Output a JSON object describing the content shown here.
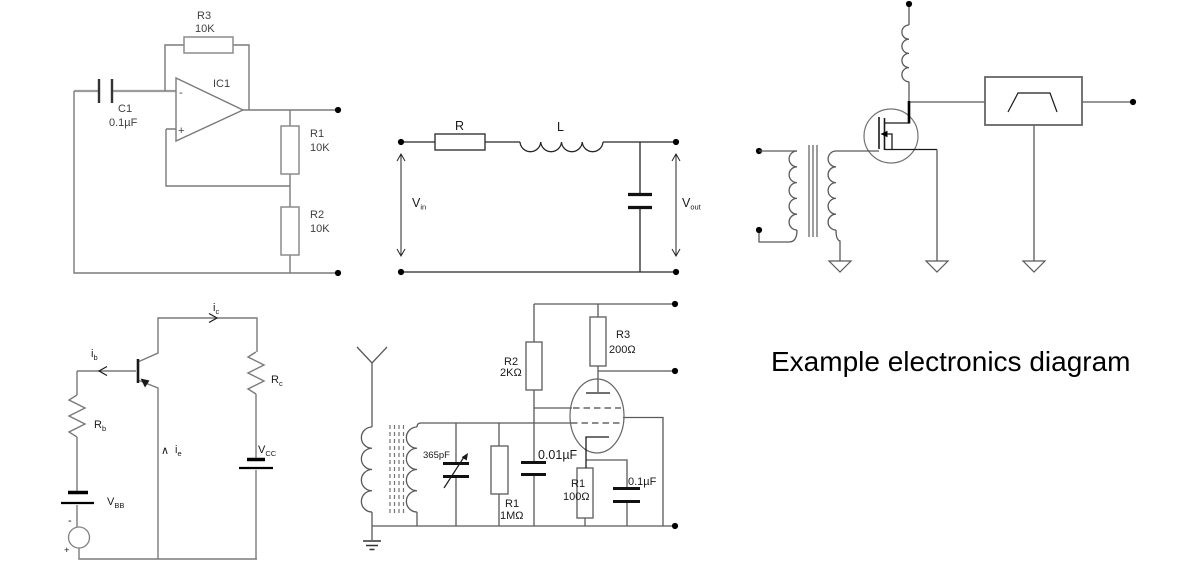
{
  "title": "Example electronics diagram",
  "colors": {
    "background": "#ffffff",
    "wire_gray": "#7a7a7a",
    "wire_dark": "#262626",
    "component_outline": "#8c8c8c",
    "component_black": "#111111",
    "terminal_dot": "#000000"
  },
  "opamp_oscillator": {
    "r3": {
      "name": "R3",
      "value": "10K"
    },
    "c1": {
      "name": "C1",
      "value": "0.1µF"
    },
    "ic1": "IC1",
    "inverting": "-",
    "noninverting": "+",
    "r1": {
      "name": "R1",
      "value": "10K"
    },
    "r2": {
      "name": "R2",
      "value": "10K"
    }
  },
  "rl_filter": {
    "r": "R",
    "l": "L",
    "vin": {
      "base": "V",
      "sub": "in"
    },
    "vout": {
      "base": "V",
      "sub": "out"
    }
  },
  "bjt_bias": {
    "ib": {
      "base": "i",
      "sub": "b"
    },
    "ic": {
      "base": "i",
      "sub": "c"
    },
    "ie": {
      "prefix": "∧",
      "base": "i",
      "sub": "e"
    },
    "rb": {
      "base": "R",
      "sub": "b"
    },
    "rc": {
      "base": "R",
      "sub": "c"
    },
    "vbb": {
      "base": "V",
      "sub": "BB"
    },
    "vcc": {
      "base": "V",
      "sub": "CC"
    },
    "source_minus": "-",
    "source_plus": "+"
  },
  "tube_receiver": {
    "r2": {
      "name": "R2",
      "value": "2KΩ"
    },
    "r3": {
      "name": "R3",
      "value": "200Ω"
    },
    "tuning_cap": "365pF",
    "grid_resistor": {
      "name": "R1",
      "value": "1MΩ"
    },
    "grid_cap": "0.01µF",
    "cathode_resistor": {
      "name": "R1",
      "value": "100Ω"
    },
    "bypass_cap": "0.1µF"
  }
}
